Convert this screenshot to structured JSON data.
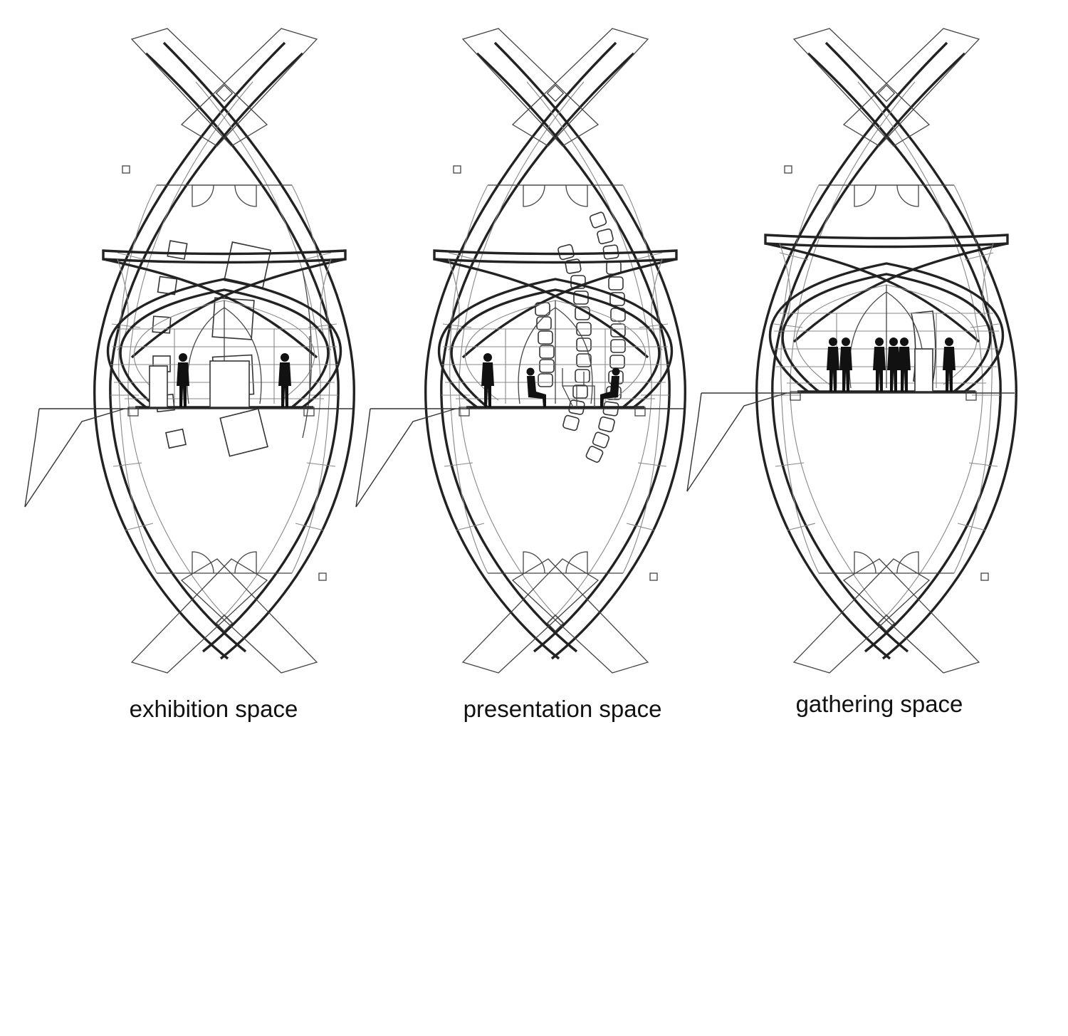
{
  "colors": {
    "line": "#222222",
    "fill": "#ffffff",
    "figure": "#111111"
  },
  "panels": [
    {
      "id": "exhibition",
      "label": "exhibition space"
    },
    {
      "id": "presentation",
      "label": "presentation space"
    },
    {
      "id": "gathering",
      "label": "gathering space"
    }
  ]
}
